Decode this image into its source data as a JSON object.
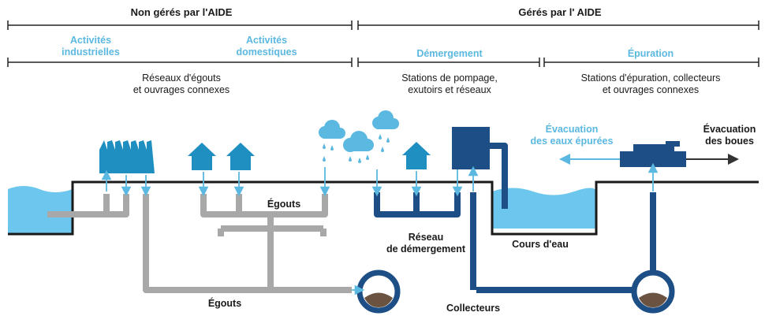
{
  "header": {
    "left_title": "Non gérés par l'AIDE",
    "right_title": "Gérés par l' AIDE"
  },
  "categories": {
    "industrial": "Activités\nindustrielles",
    "domestic": "Activités\ndomestiques",
    "demergement": "Démergement",
    "epuration": "Épuration"
  },
  "descriptions": {
    "sewers": "Réseaux d'égouts\net ouvrages connexes",
    "pumping": "Stations de pompage,\nexutoirs et réseaux",
    "treatment": "Stations d'épuration, collecteurs\net ouvrages connexes"
  },
  "labels": {
    "egouts_top": "Égouts",
    "egouts_bottom": "Égouts",
    "reseau_demergement": "Réseau\nde démergement",
    "cours_deau": "Cours d'eau",
    "collecteurs": "Collecteurs",
    "evacuation_eaux": "Évacuation\ndes eaux épurées",
    "evacuation_boues": "Évacuation\ndes boues"
  },
  "colors": {
    "grey_pipe": "#a8a8a8",
    "navy": "#1d4e86",
    "light_blue": "#5bb8e0",
    "factory_blue": "#1f8fc2",
    "water": "#6cc6ee",
    "sludge": "#6b5341"
  }
}
